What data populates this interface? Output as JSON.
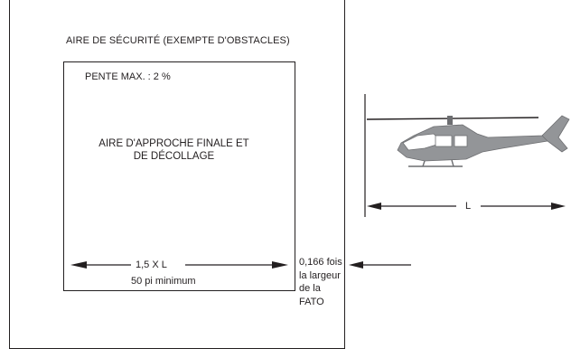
{
  "safety_area": {
    "title": "AIRE DE SÉCURITÉ (EXEMPTE D'OBSTACLES)"
  },
  "fato": {
    "slope": "PENTE MAX. : 2 %",
    "title": "AIRE D'APPROCHE FINALE ET DE DÉCOLLAGE",
    "width_label": "1,5 X L",
    "width_minimum": "50 pi minimum"
  },
  "side_note": "0,166 fois la largeur de la FATO",
  "helicopter": {
    "length_label": "L"
  }
}
